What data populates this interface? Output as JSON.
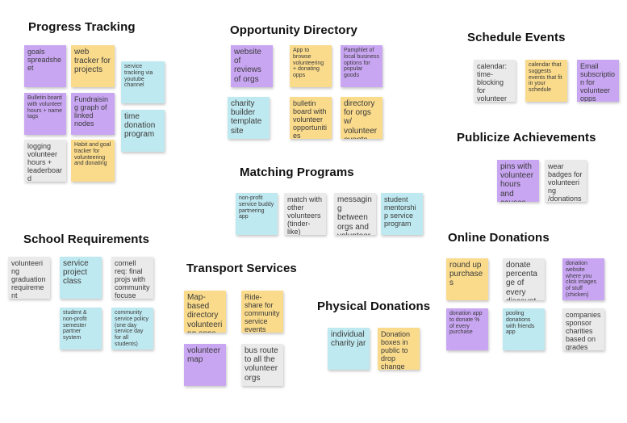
{
  "colors": {
    "purple": "#c9a6f2",
    "yellow": "#fadb8c",
    "blue": "#bfe9f0",
    "gray": "#eaeaea"
  },
  "groups": [
    {
      "title": "Progress Tracking",
      "notes": [
        "goals spreadsheet",
        "web tracker for projects",
        "service tracking via youtube channel",
        "Bulletin board with volunteer hours + name tags",
        "Fundraising graph of linked nodes",
        "time donation program",
        "logging volunteer hours + leaderboard",
        "Habit and goal tracker for volunteering and donating"
      ]
    },
    {
      "title": "Opportunity Directory",
      "notes": [
        "website of reviews of orgs",
        "App to browse volunteering + donating opps",
        "Pamphlet of local business options for popular goods",
        "charity builder template site",
        "bulletin board with volunteer opportunities",
        "directory for orgs w/ volunteer events"
      ]
    },
    {
      "title": "Schedule Events",
      "notes": [
        "calendar: time-blocking for volunteer events",
        "calendar that suggests events that fit in your schedule",
        "Email subscription for volunteer opps"
      ]
    },
    {
      "title": "Publicize Achievements",
      "notes": [
        "pins with volunteer hours and causes",
        "wear badges for volunteering /donations"
      ]
    },
    {
      "title": "Matching Programs",
      "notes": [
        "non-profit service buddy partnering app",
        "match with other volunteers (tinder-like)",
        "messaging between orgs and volunteers",
        "student mentorship service program"
      ]
    },
    {
      "title": "School Requirements",
      "notes": [
        "volunteering graduation requirement",
        "service project class",
        "cornell req: final projs with community focuse",
        "student & non-profit semester partner system",
        "community service policy (one day service day for all students)"
      ]
    },
    {
      "title": "Transport Services",
      "notes": [
        "Map-based directory volunteering opps",
        "Ride-share for community service events",
        "volunteer map",
        "bus route to all the volunteer orgs"
      ]
    },
    {
      "title": "Physical Donations",
      "notes": [
        "individual charity jar",
        "Donation boxes in public to drop change"
      ]
    },
    {
      "title": "Online Donations",
      "notes": [
        "round up purchases",
        "donate percentage of every discount",
        "donation website where you click images of stuff (chicken)",
        "donation app to donate % of every purchase",
        "pooling donations with friends app",
        "companies sponsor charities based on grades"
      ]
    }
  ]
}
